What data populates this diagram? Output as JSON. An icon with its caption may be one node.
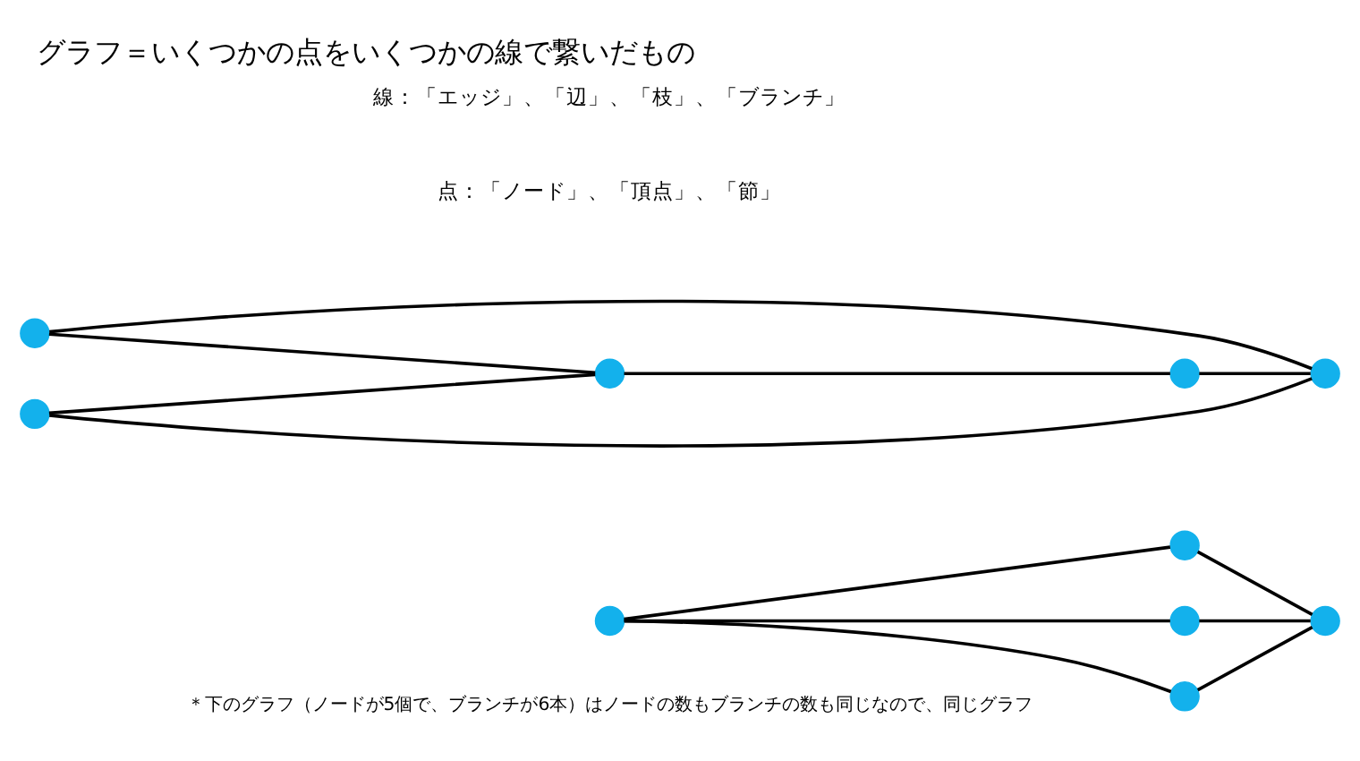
{
  "diagram": {
    "title": "グラフ＝いくつかの点をいくつかの線で繋いだもの",
    "nodes": [
      {
        "text": [],
        "shape": "circle"
      },
      {
        "text": [],
        "shape": "circle"
      },
      {
        "text": [],
        "shape": "circle"
      },
      {
        "text": [],
        "shape": "circle"
      },
      {
        "text": [],
        "shape": "circle"
      },
      {
        "text": [],
        "shape": "circle"
      },
      {
        "text": [],
        "shape": "circle"
      },
      {
        "text": [],
        "shape": "circle"
      },
      {
        "text": [],
        "shape": "circle"
      },
      {
        "text": [],
        "shape": "circle"
      }
    ],
    "edges": [
      {
        "from": 0,
        "to": 1,
        "arrow": "none"
      },
      {
        "from": 0,
        "to": 2,
        "arrow": "none"
      },
      {
        "from": 0,
        "to": 3,
        "arrow": "none"
      },
      {
        "from": 1,
        "to": 4,
        "arrow": "none"
      },
      {
        "from": 2,
        "to": 4,
        "arrow": "none"
      },
      {
        "from": 3,
        "to": 4,
        "arrow": "none"
      },
      {
        "from": 5,
        "to": 7,
        "arrow": "none"
      },
      {
        "from": 5,
        "to": 9,
        "arrow": "none"
      },
      {
        "from": 6,
        "to": 7,
        "arrow": "none"
      },
      {
        "from": 6,
        "to": 9,
        "arrow": "none"
      },
      {
        "from": 7,
        "to": 8,
        "arrow": "none"
      },
      {
        "from": 8,
        "to": 9,
        "arrow": "none"
      }
    ],
    "labels": [
      "＊下のグラフ（ノードが5個で、ブランチが6本）はノードの数もブランチの数も同じなので、同じグラフ",
      "点：「ノード」、「頂点」、「節」",
      "線：「エッジ」、「辺」、「枝」、「ブランチ」"
    ]
  }
}
